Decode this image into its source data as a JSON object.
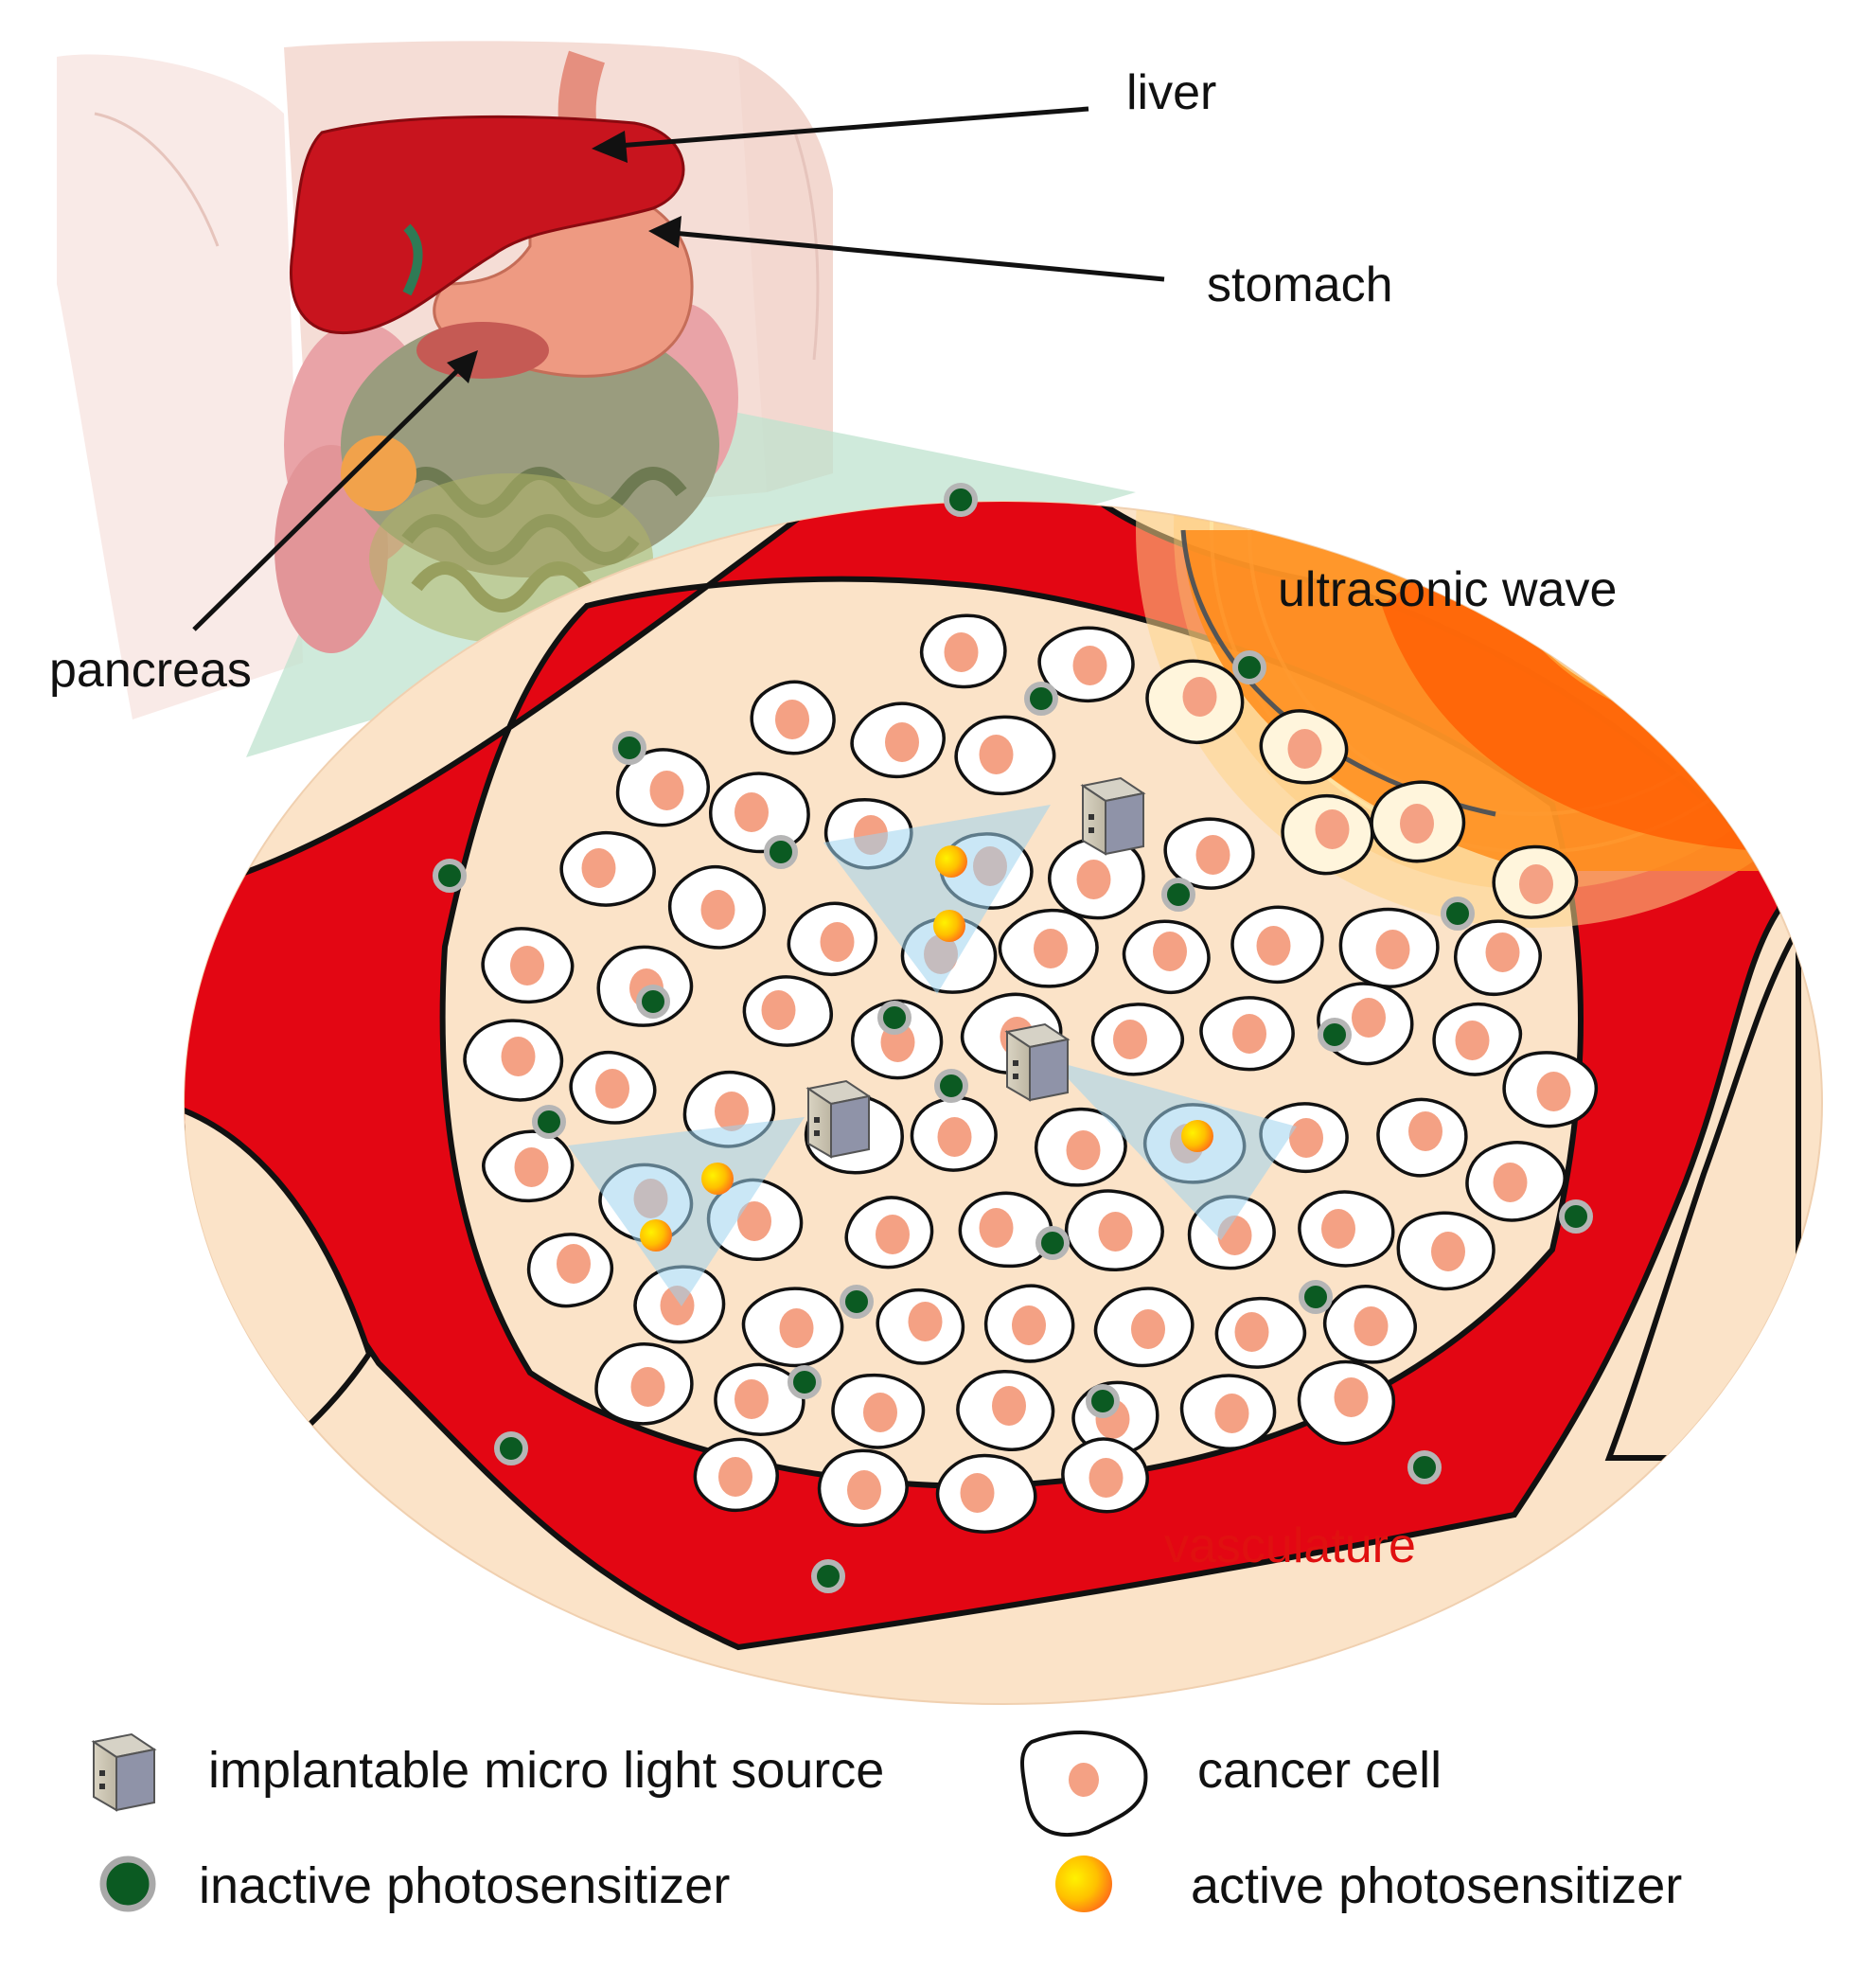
{
  "labels": {
    "liver": "liver",
    "stomach": "stomach",
    "pancreas": "pancreas",
    "ultrasonic_wave": "ultrasonic wave",
    "vasculature": "vasculature"
  },
  "legend": {
    "light_source": "implantable micro light source",
    "cancer_cell": "cancer cell",
    "inactive": "inactive photosensitizer",
    "active": "active photosensitizer"
  },
  "colors": {
    "vessel": "#e30613",
    "tissue": "#fbe3c8",
    "nucleus": "#f4a184",
    "inactive_ps": "#0b5a22",
    "active_ps_start": "#ffe000",
    "active_ps_end": "#ff7a1a",
    "ultrasound": "#ff8800",
    "light_cone": "#9fd3ee",
    "zoom_band": "#bfe3cf"
  }
}
